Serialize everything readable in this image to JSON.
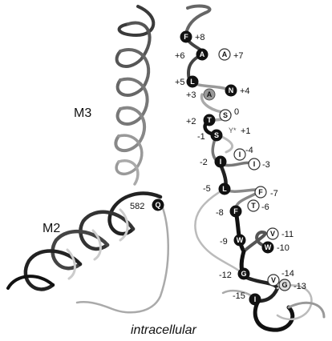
{
  "labels": {
    "m3": "M3",
    "m2": "M2",
    "compartment": "intracellular",
    "residue_582": "582"
  },
  "residues": [
    {
      "letter": "F",
      "pos": "+8",
      "style": "black"
    },
    {
      "letter": "A",
      "pos": "+6",
      "style": "black"
    },
    {
      "letter": "A",
      "pos": "+7",
      "style": "white"
    },
    {
      "letter": "L",
      "pos": "+5",
      "style": "black"
    },
    {
      "letter": "A",
      "pos": "+3",
      "style": "gray"
    },
    {
      "letter": "N",
      "pos": "+4",
      "style": "black"
    },
    {
      "letter": "S",
      "pos": "0",
      "style": "white"
    },
    {
      "letter": "T",
      "pos": "+2",
      "style": "black"
    },
    {
      "letter": "S",
      "pos": "-1",
      "style": "black"
    },
    {
      "letter": "Y*",
      "pos": "+1",
      "style": "text"
    },
    {
      "letter": "I",
      "pos": "-4",
      "style": "white"
    },
    {
      "letter": "I",
      "pos": "-2",
      "style": "black"
    },
    {
      "letter": "I",
      "pos": "-3",
      "style": "white"
    },
    {
      "letter": "L",
      "pos": "-5",
      "style": "black"
    },
    {
      "letter": "F",
      "pos": "-7",
      "style": "white"
    },
    {
      "letter": "T",
      "pos": "-6",
      "style": "white"
    },
    {
      "letter": "F",
      "pos": "-8",
      "style": "black"
    },
    {
      "letter": "V",
      "pos": "-11",
      "style": "white"
    },
    {
      "letter": "W",
      "pos": "-9",
      "style": "black"
    },
    {
      "letter": "W",
      "pos": "-10",
      "style": "black"
    },
    {
      "letter": "G",
      "pos": "-12",
      "style": "black"
    },
    {
      "letter": "V",
      "pos": "-14",
      "style": "white"
    },
    {
      "letter": "G",
      "pos": "-13",
      "style": "white"
    },
    {
      "letter": "I",
      "pos": "-15",
      "style": "black"
    },
    {
      "letter": "Q",
      "pos": "582",
      "style": "black"
    }
  ]
}
